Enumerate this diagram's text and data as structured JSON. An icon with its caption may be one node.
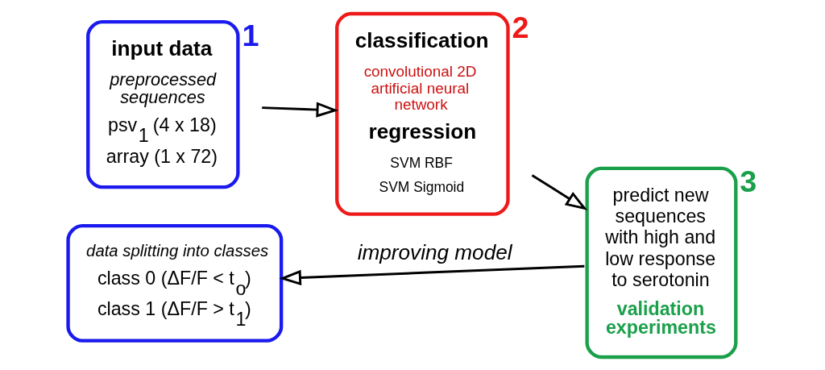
{
  "diagram": {
    "nodes": [
      {
        "text": [
          "input data",
          "preprocessed sequences",
          "psv$_{1}$ (4 x 18)",
          "array (1 x 72)"
        ],
        "beside": [
          "1"
        ]
      },
      {
        "text": [
          "classification",
          "convolutional 2D artificial neural network",
          "regression",
          "SVM RBF",
          "SVM Sigmoid"
        ],
        "beside": [
          "2"
        ]
      },
      {
        "text": [
          "predict new sequences with high and low response to serotonin",
          "validation experiments"
        ],
        "beside": [
          "3"
        ]
      },
      {
        "text": [
          "data splitting into classes",
          "class 0 (ΔF/F < t$_{o}$)",
          "class 1 (ΔF/F > t$_{1}$)"
        ]
      }
    ],
    "edges": [
      {
        "from": 0,
        "to": 1,
        "arrow": "to"
      },
      {
        "from": 1,
        "to": 2,
        "arrow": "to"
      },
      {
        "from": 2,
        "to": 3,
        "arrow": "to",
        "label": "improving model"
      }
    ]
  }
}
